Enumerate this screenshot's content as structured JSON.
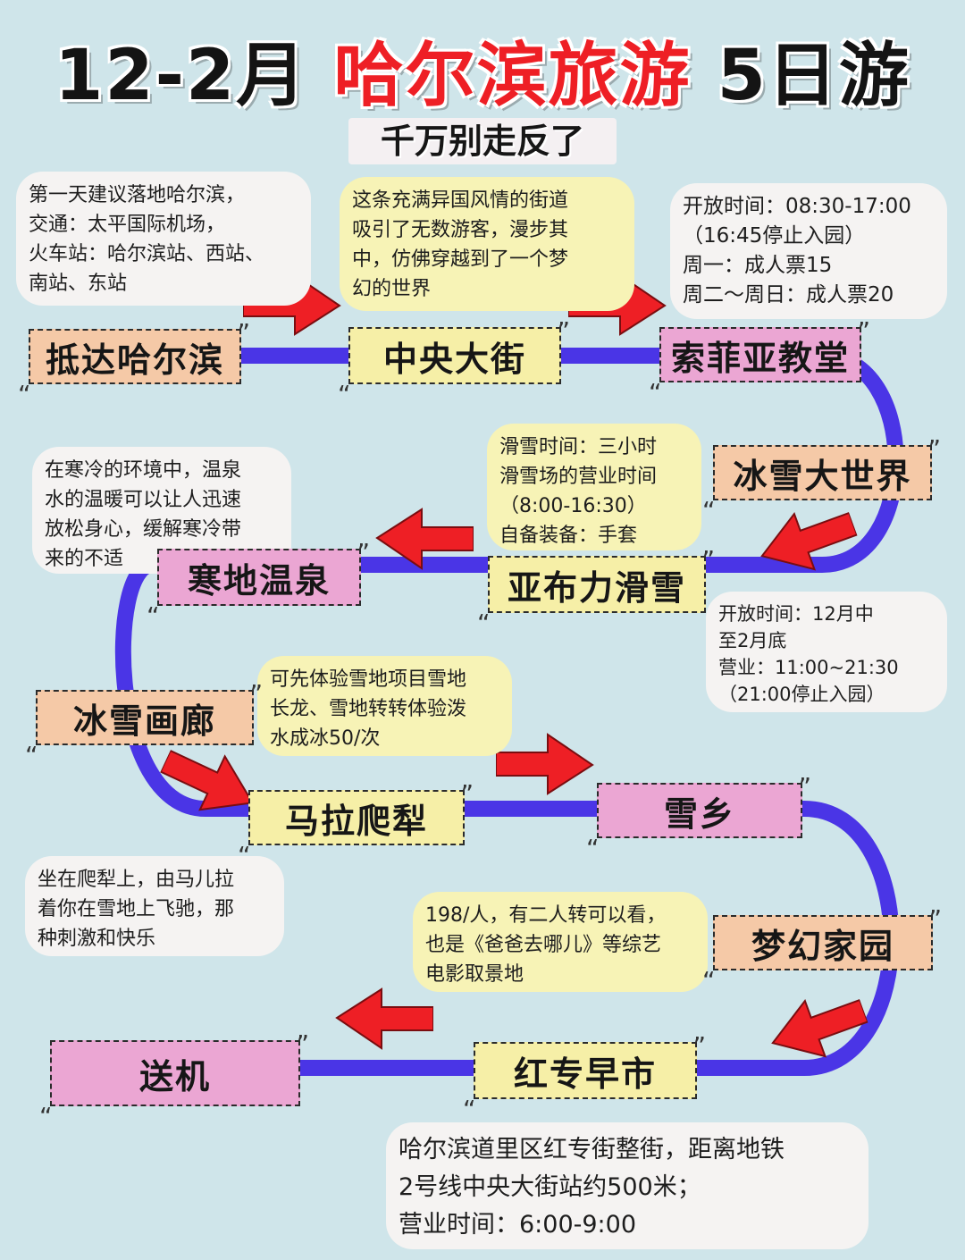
{
  "header": {
    "title_part1": "12-2月",
    "title_part2": "哈尔滨旅游",
    "title_part3": "5日游",
    "subtitle": "千万别走反了"
  },
  "colors": {
    "route_line": "#4a35e6",
    "arrow": "#ee1f25",
    "node_peach": "#f5c9a7",
    "node_pink": "#eba6d3",
    "node_yellow": "#f6efa7",
    "background": "#cfe5ea"
  },
  "stops": {
    "arrival": "抵达哈尔滨",
    "central_street": "中央大街",
    "sophia_church": "索菲亚教堂",
    "ice_snow_world": "冰雪大世界",
    "yabuli_ski": "亚布力滑雪",
    "hot_spring": "寒地温泉",
    "ice_gallery": "冰雪画廊",
    "horse_sleigh": "马拉爬犁",
    "snow_town": "雪乡",
    "dream_home": "梦幻家园",
    "hongzhuan_market": "红专早市",
    "departure": "送机"
  },
  "notes": {
    "arrival": [
      "第一天建议落地哈尔滨，",
      "交通：太平国际机场，",
      "火车站：哈尔滨站、西站、",
      "南站、东站"
    ],
    "central_street": [
      "这条充满异国风情的街道",
      "吸引了无数游客，漫步其",
      "中，仿佛穿越到了一个梦",
      "幻的世界"
    ],
    "sophia_church": [
      "开放时间：08:30-17:00",
      "（16:45停止入园）",
      "周一：成人票15",
      "周二～周日：成人票20"
    ],
    "yabuli_ski": [
      "滑雪时间：三小时",
      "滑雪场的营业时间",
      "（8:00-16:30）",
      "自备装备：手套"
    ],
    "hot_spring": [
      "在寒冷的环境中，温泉",
      "水的温暖可以让人迅速",
      "放松身心，缓解寒冷带",
      "来的不适"
    ],
    "ice_snow_world": [
      "开放时间：12月中",
      "至2月底",
      "营业：11:00~21:30",
      "（21:00停止入园）"
    ],
    "ice_gallery": [
      "可先体验雪地项目雪地",
      "长龙、雪地转转体验泼",
      "水成冰50/次"
    ],
    "horse_sleigh": [
      "坐在爬犁上，由马儿拉",
      "着你在雪地上飞驰，那",
      "种刺激和快乐"
    ],
    "snow_town": [
      "198/人，有二人转可以看，",
      "也是《爸爸去哪儿》等综艺",
      "电影取景地"
    ],
    "hongzhuan_market": [
      "哈尔滨道里区红专街整街，距离地铁",
      "2号线中央大街站约500米；",
      "营业时间：6:00-9:00"
    ]
  }
}
